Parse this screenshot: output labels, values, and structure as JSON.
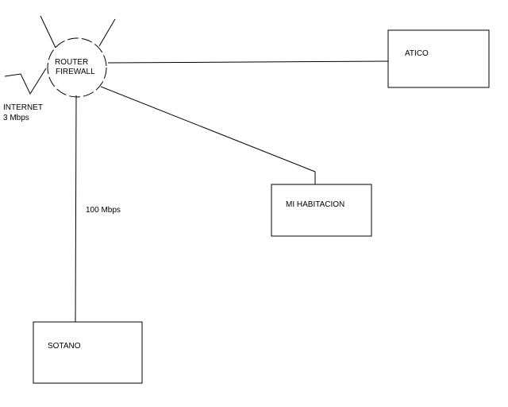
{
  "router": {
    "line1": "ROUTER",
    "line2": "FIREWALL"
  },
  "internet": {
    "line1": "INTERNET",
    "line2": "3 Mbps"
  },
  "link_speed": "100 Mbps",
  "rooms": {
    "atico": "ATICO",
    "habitacion": "MI HABITACION",
    "sotano": "SOTANO"
  },
  "colors": {
    "stroke": "#000000",
    "background": "#ffffff"
  }
}
